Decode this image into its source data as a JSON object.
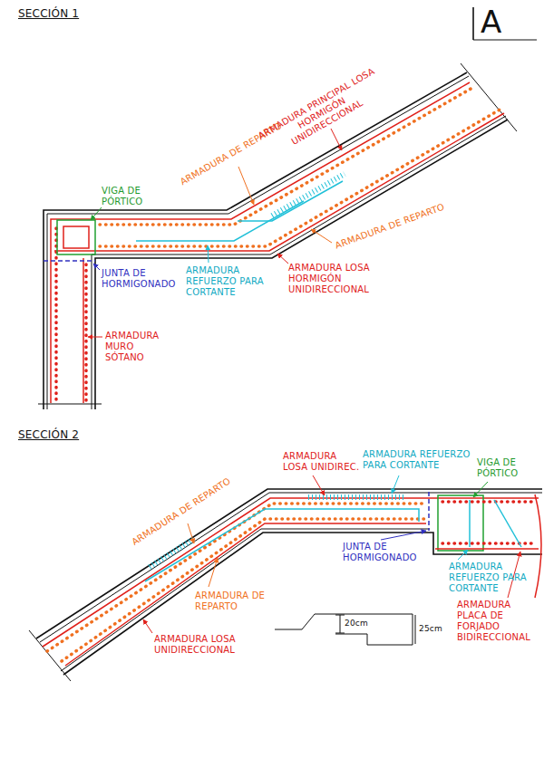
{
  "diagram": {
    "labels": [
      "SECCIÓN 1",
      "A",
      "VIGA DE PÓRTICO",
      "ARMADURA DE REPARTO",
      "ARMADURA PRINCIPAL LOSA HORMIGÓN UNIDIRECCIONAL",
      "ARMADURA DE REPARTO",
      "JUNTA DE HORMIGONADO",
      "ARMADURA REFUERZO PARA CORTANTE",
      "ARMADURA LOSA HORMIGÓN UNIDIRECCIONAL",
      "ARMADURA MURO SÓTANO",
      "SECCIÓN 2",
      "ARMADURA DE REPARTO",
      "ARMADURA LOSA UNIDIREC.",
      "ARMADURA REFUERZO PARA CORTANTE",
      "VIGA DE PÓRTICO",
      "JUNTA DE HORMIGONADO",
      "ARMADURA REFUERZO PARA CORTANTE",
      "ARMADURA PLACA DE FORJADO BIDIRECCIONAL",
      "ARMADURA DE REPARTO",
      "ARMADURA LOSA UNIDIRECCIONAL",
      "20cm",
      "25cm"
    ]
  }
}
